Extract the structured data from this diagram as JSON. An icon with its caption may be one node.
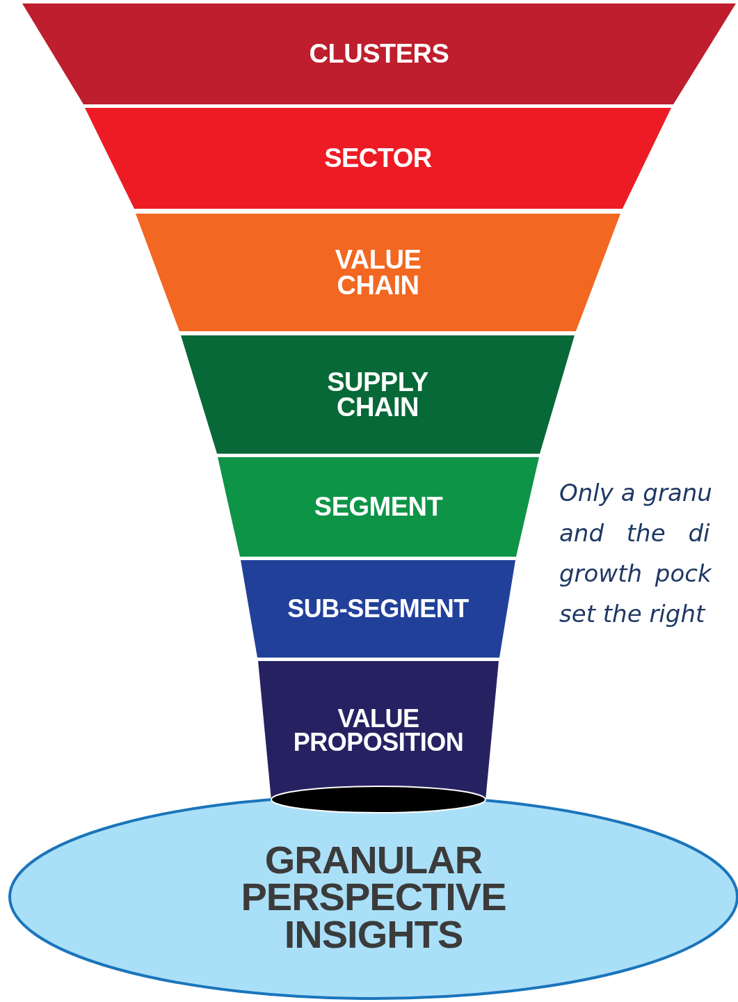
{
  "diagram": {
    "nodes": [
      {
        "text": [
          "CLUSTERS"
        ]
      },
      {
        "text": [
          "SECTOR"
        ]
      },
      {
        "text": [
          "VALUE CHAIN"
        ]
      },
      {
        "text": [
          "SUPPLY CHAIN"
        ]
      },
      {
        "text": [
          "SEGMENT"
        ]
      },
      {
        "text": [
          "SUB-SEGMENT"
        ]
      },
      {
        "text": [
          "VALUE PROPOSITION"
        ]
      },
      {
        "text": [
          "GRANULAR PERSPECTIVE INSIGHTS"
        ]
      },
      {
        "text": [],
        "shape": "ellipse"
      }
    ],
    "labels": [
      "Only a granu",
      "and the di",
      "growth pock",
      "set the right"
    ]
  }
}
